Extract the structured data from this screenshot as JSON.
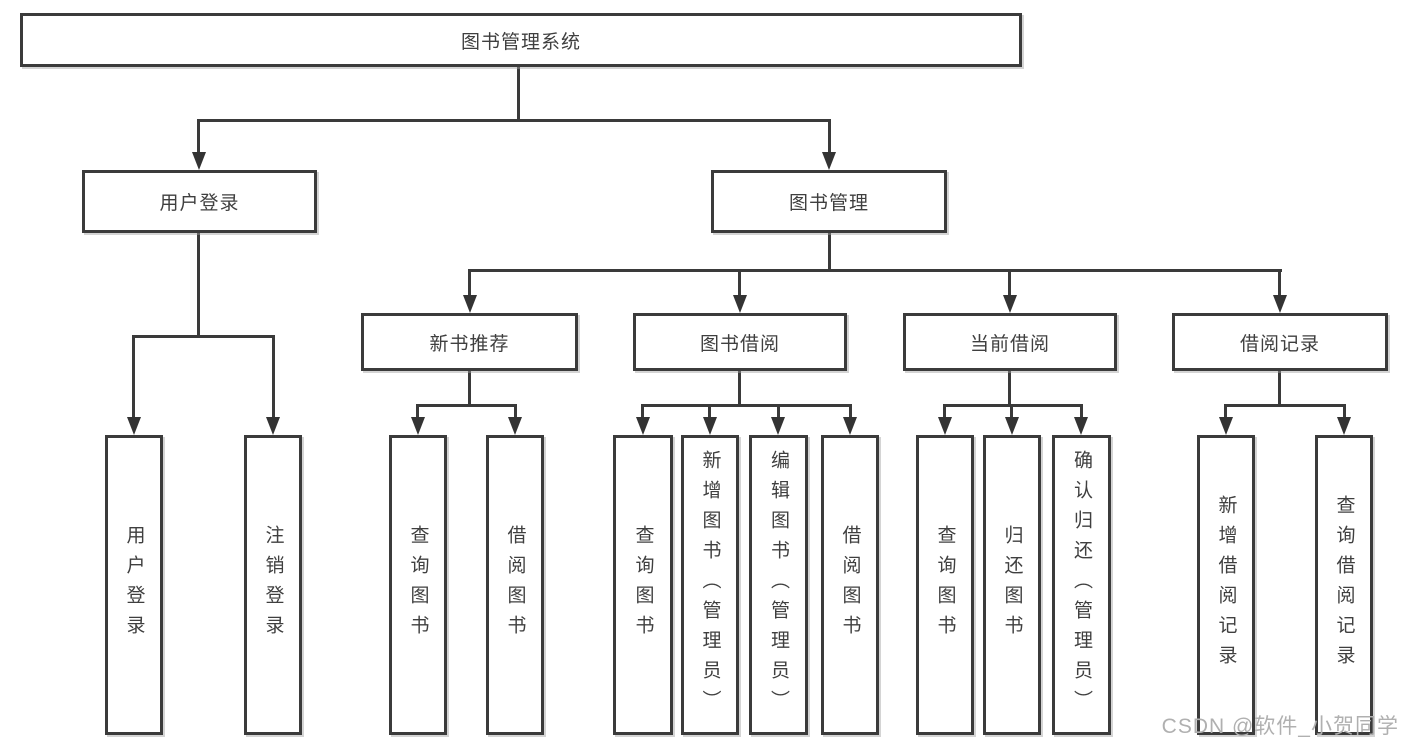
{
  "watermark": "CSDN @软件_小贺同学",
  "colors": {
    "line": "#3a3a3a",
    "box_border": "#3b3b3b",
    "text": "#3f3f3f",
    "arrow": "#333333",
    "watermark": "#b0b0b0",
    "background": "#ffffff"
  },
  "tree": {
    "root": {
      "label": "图书管理系统"
    },
    "branches": [
      {
        "label": "用户登录",
        "children": [
          {
            "label": "用户登录"
          },
          {
            "label": "注销登录"
          }
        ]
      },
      {
        "label": "图书管理",
        "children": [
          {
            "label": "新书推荐",
            "children": [
              {
                "label": "查询图书"
              },
              {
                "label": "借阅图书"
              }
            ]
          },
          {
            "label": "图书借阅",
            "children": [
              {
                "label": "查询图书"
              },
              {
                "label": "新增图书（管理员）"
              },
              {
                "label": "编辑图书（管理员）"
              },
              {
                "label": "借阅图书"
              }
            ]
          },
          {
            "label": "当前借阅",
            "children": [
              {
                "label": "查询图书"
              },
              {
                "label": "归还图书"
              },
              {
                "label": "确认归还（管理员）"
              }
            ]
          },
          {
            "label": "借阅记录",
            "children": [
              {
                "label": "新增借阅记录"
              },
              {
                "label": "查询借阅记录"
              }
            ]
          }
        ]
      }
    ]
  }
}
